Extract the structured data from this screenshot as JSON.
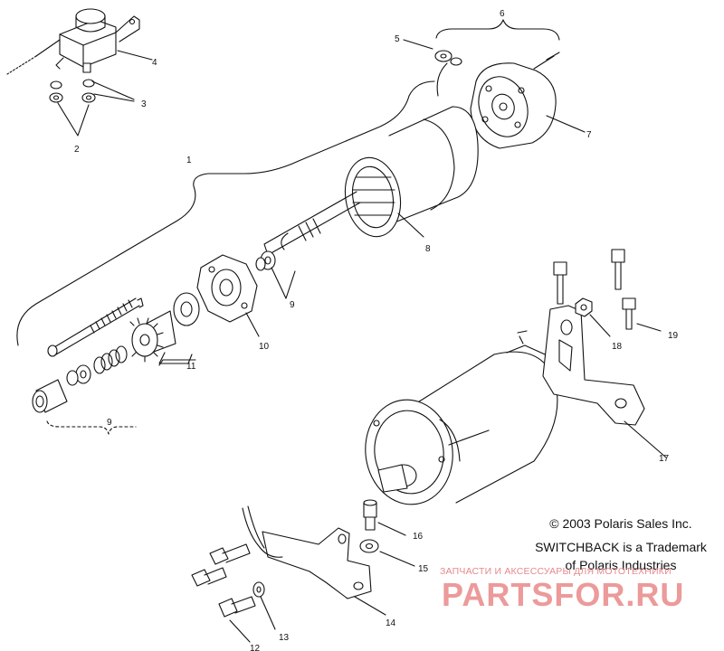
{
  "callouts": {
    "n1": "1",
    "n2": "2",
    "n3": "3",
    "n4": "4",
    "n5": "5",
    "n6": "6",
    "n7": "7",
    "n8": "8",
    "n9a": "9",
    "n9b": "9",
    "n10": "10",
    "n11": "11",
    "n12": "12",
    "n13": "13",
    "n14": "14",
    "n15": "15",
    "n16": "16",
    "n17": "17",
    "n18": "18",
    "n19": "19"
  },
  "copyright": {
    "line1": "© 2003 Polaris Sales Inc.",
    "line2": "SWITCHBACK is a Trademark",
    "line3": "of Polaris Industries"
  },
  "watermark": {
    "tagline": "ЗАПЧАСТИ И АКСЕССУАРЫ ДЛЯ МОТОТЕХНИКИ",
    "brand": "PARTSFOR.RU",
    "color": "#e58a8a"
  },
  "colors": {
    "line": "#111111",
    "background": "#ffffff"
  }
}
